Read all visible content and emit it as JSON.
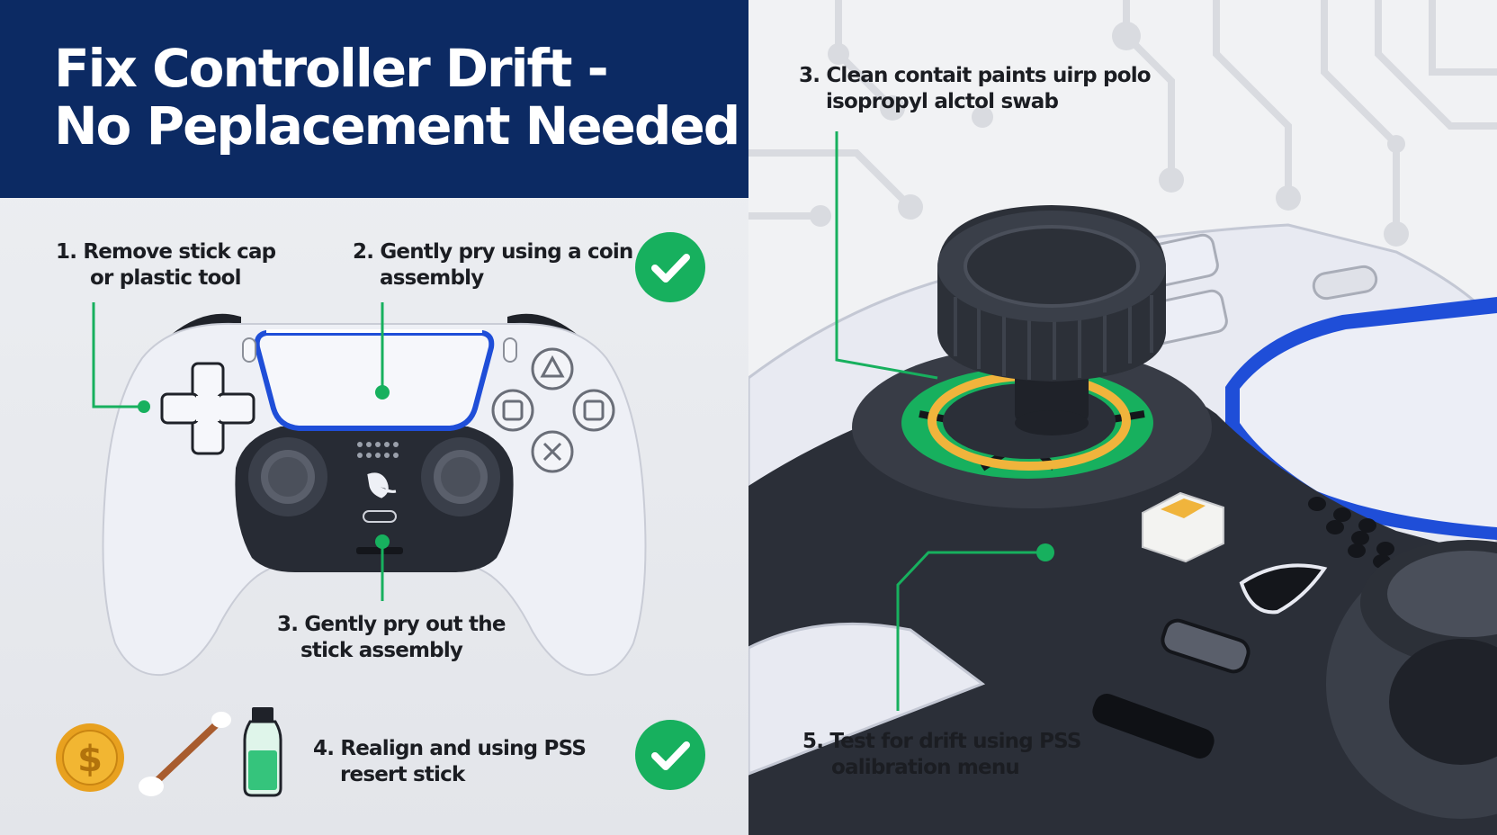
{
  "title": {
    "line1": "Fix Controller Drift -",
    "line2": "No Peplacement Needed"
  },
  "steps": {
    "step1": {
      "line1": "1. Remove stick cap",
      "line2": "or plastic tool"
    },
    "step2": {
      "line1": "2. Gently pry using a coin",
      "line2": "assembly"
    },
    "step3_left": {
      "line1": "3. Gently pry out the",
      "line2": "stick assembly"
    },
    "step4": {
      "line1": "4. Realign and using PSS",
      "line2": "resert stick"
    },
    "step3_right": {
      "line1": "3. Clean contait paints uirp polo",
      "line2": "isopropyl alctol swab"
    },
    "step5": {
      "line1": "5. Test for drift using PSS",
      "line2": "oalibration menu"
    }
  },
  "tools": [
    "coin-icon",
    "cotton-swab-icon",
    "alcohol-bottle-icon"
  ],
  "coin_symbol": "$",
  "colors": {
    "banner": "#0c2a63",
    "accent_green": "#17b05e",
    "controller_white": "#eef0f6",
    "controller_dark": "#2a2e37",
    "blue_trim": "#1f4ed8",
    "coin_gold": "#f2b632",
    "ring_yellow": "#f0b43c"
  }
}
